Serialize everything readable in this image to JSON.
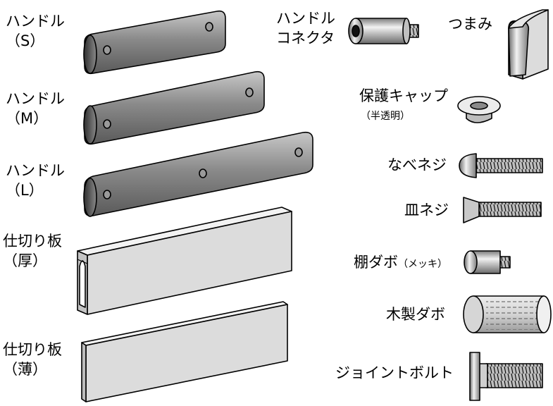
{
  "labels": {
    "handle_s": {
      "line1": "ハンドル",
      "line2": "（S）"
    },
    "handle_m": {
      "line1": "ハンドル",
      "line2": "（M）"
    },
    "handle_l": {
      "line1": "ハンドル",
      "line2": "（L）"
    },
    "divider_thick": {
      "line1": "仕切り板",
      "line2": "（厚）"
    },
    "divider_thin": {
      "line1": "仕切り板",
      "line2": "（薄）"
    },
    "handle_connector": {
      "line1": "ハンドル",
      "line2": "コネクタ"
    },
    "knob": "つまみ",
    "protective_cap": {
      "line1": "保護キャップ",
      "line2": "（半透明）"
    },
    "pan_screw": "なべネジ",
    "flat_screw": "皿ネジ",
    "shelf_dowel_plated": {
      "main": "棚ダボ",
      "note": "（メッキ）"
    },
    "wood_dowel": "木製ダボ",
    "joint_bolt": "ジョイントボルト"
  },
  "colors": {
    "metal_dark": "#6e6e6e",
    "metal_mid": "#a9a9a9",
    "metal_light": "#d9d9d9",
    "panel_face": "#dcdcdc",
    "outline": "#000000"
  }
}
